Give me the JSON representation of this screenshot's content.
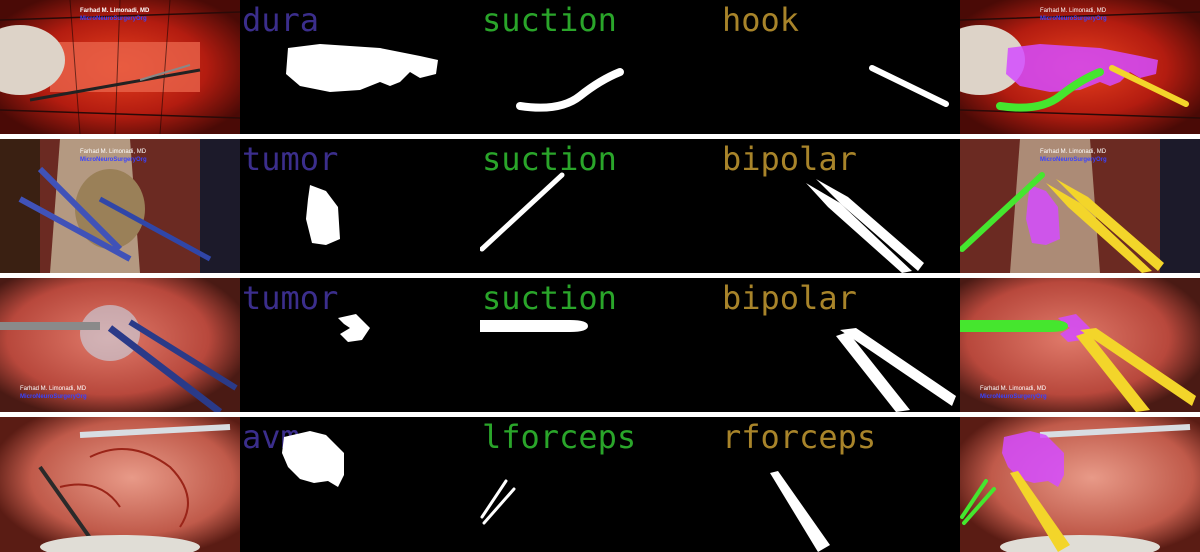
{
  "colors": {
    "label1": "#3b2e8c",
    "label2": "#2aa52a",
    "label3": "#a8842a",
    "overlay1": "#d44bff",
    "overlay2": "#45e62e",
    "overlay3": "#f3d52a"
  },
  "rows": [
    {
      "labels": [
        "dura",
        "suction",
        "hook"
      ],
      "watermark": [
        "Farhad M. Limonadi, MD",
        "MicroNeuroSurgeryOrg"
      ]
    },
    {
      "labels": [
        "tumor",
        "suction",
        "bipolar"
      ],
      "watermark": [
        "Farhad M. Limonadi, MD",
        "MicroNeuroSurgeryOrg"
      ]
    },
    {
      "labels": [
        "tumor",
        "suction",
        "bipolar"
      ],
      "watermark": [
        "Farhad M. Limonadi, MD",
        "MicroNeuroSurgeryOrg"
      ]
    },
    {
      "labels": [
        "avm",
        "lforceps",
        "rforceps"
      ],
      "watermark": []
    }
  ]
}
